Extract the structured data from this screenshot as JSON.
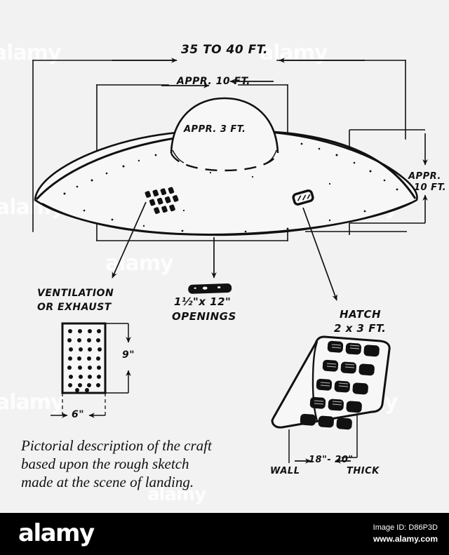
{
  "sheet": {
    "background_color": "#f2f2f2",
    "ink_color": "#111111",
    "watermark_text": "alamy"
  },
  "diagram": {
    "title_caption": {
      "line1": "Pictorial description of the craft",
      "line2": "based upon the rough sketch",
      "line3": "made at the scene of landing."
    },
    "annotations": {
      "overall_width": "35 TO 40 FT.",
      "dome_width": "APPR. 10 FT.",
      "dome_height": "APPR. 3 FT.",
      "craft_height_line1": "APPR.",
      "craft_height_line2": "10 FT.",
      "vent_label_line1": "VENTILATION",
      "vent_label_line2": "OR EXHAUST",
      "opening_size": "1½\"x 12\"",
      "opening_label": "OPENINGS",
      "hatch_label_line1": "HATCH",
      "hatch_label_line2": "2 x 3 FT.",
      "vent_detail_height": "9\"",
      "vent_detail_width": "6\"",
      "wall_label": "WALL",
      "wall_thickness": "18\"- 20\"",
      "thick_label": "THICK"
    }
  },
  "footer": {
    "brand": "alamy",
    "image_id": "Image ID: D86P3D",
    "website": "www.alamy.com"
  }
}
